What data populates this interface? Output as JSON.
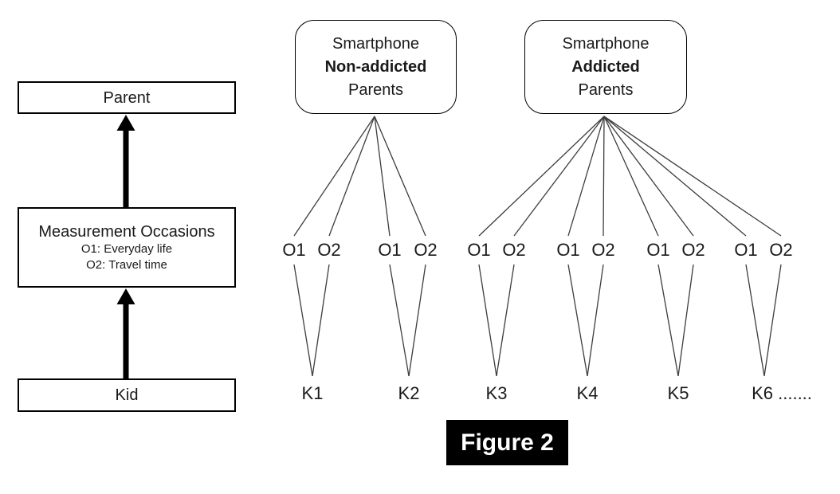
{
  "colors": {
    "background": "#ffffff",
    "line": "#3d3d3d",
    "box_border": "#000000",
    "text": "#1a1a1a",
    "caption_bg": "#000000",
    "caption_text": "#ffffff"
  },
  "left_panel": {
    "parent_label": "Parent",
    "measurement": {
      "title": "Measurement Occasions",
      "line1": "O1: Everyday life",
      "line2": "O2: Travel time"
    },
    "kid_label": "Kid"
  },
  "parent_groups": [
    {
      "line1": "Smartphone",
      "line2_bold": "Non-addicted",
      "line3": "Parents"
    },
    {
      "line1": "Smartphone",
      "line2_bold": "Addicted",
      "line3": "Parents"
    }
  ],
  "occasion_labels": [
    "O1",
    "O2",
    "O1",
    "O2",
    "O1",
    "O2",
    "O1",
    "O2",
    "O1",
    "O2",
    "O1",
    "O2"
  ],
  "kid_labels": [
    "K1",
    "K2",
    "K3",
    "K4",
    "K5",
    "K6 ......."
  ],
  "caption": "Figure 2",
  "structure": {
    "non_addicted_group_kids": [
      "K1",
      "K2"
    ],
    "addicted_group_kids": [
      "K3",
      "K4",
      "K5",
      "K6"
    ],
    "occasions_per_kid": [
      "O1",
      "O2"
    ]
  }
}
